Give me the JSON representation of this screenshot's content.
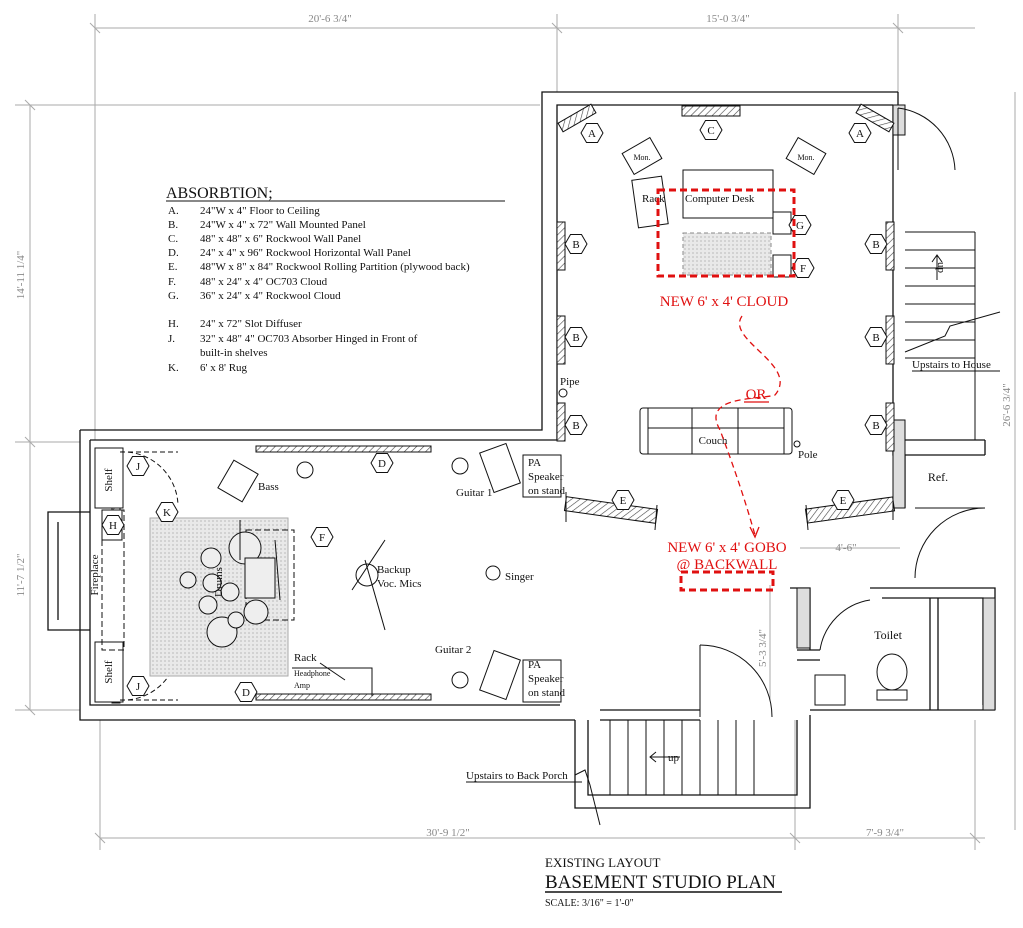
{
  "dimensions": {
    "top_left": "20'-6 3/4\"",
    "top_right": "15'-0 3/4\"",
    "left_upper": "14'-11 1/4\"",
    "left_lower": "11'-7 1/2\"",
    "right_side": "26'-6 3/4\"",
    "bottom_left": "30'-9 1/2\"",
    "bottom_right": "7'-9 3/4\"",
    "hall_width": "4'-6\"",
    "small_vertical": "5'-3 3/4\""
  },
  "legend": {
    "heading": "ABSORBTION;",
    "items": [
      {
        "key": "A.",
        "text": "24\"W x 4\" Floor to Ceiling"
      },
      {
        "key": "B.",
        "text": "24\"W x 4\" x 72\" Wall Mounted Panel"
      },
      {
        "key": "C.",
        "text": "48\" x 48\" x 6\" Rockwool Wall Panel"
      },
      {
        "key": "D.",
        "text": "24\" x 4\" x 96\" Rockwool Horizontal Wall Panel"
      },
      {
        "key": "E.",
        "text": "48\"W x 8\" x 84\" Rockwool Rolling Partition (plywood back)"
      },
      {
        "key": "F.",
        "text": "48\" x 24\" x 4\" OC703 Cloud"
      },
      {
        "key": "G.",
        "text": "36\" x 24\" x 4\" Rockwool Cloud"
      },
      {
        "key": "H.",
        "text": "24\" x 72\" Slot Diffuser"
      },
      {
        "key": "J.",
        "text": "32\" x 48\" 4\" OC703 Absorber Hinged in Front of"
      },
      {
        "key": "",
        "text": "built-in shelves"
      },
      {
        "key": "K.",
        "text": "6' x 8' Rug"
      }
    ]
  },
  "tags": {
    "a": "A",
    "b": "B",
    "c": "C",
    "d": "D",
    "e": "E",
    "f": "F",
    "g": "G",
    "h": "H",
    "j": "J",
    "k": "K"
  },
  "labels": {
    "mon": "Mon.",
    "rack": "Rack",
    "computer_desk": "Computer Desk",
    "pipe": "Pipe",
    "couch": "Couch",
    "pole": "Pole",
    "up": "up",
    "upstairs_house": "Upstairs to House",
    "ref": "Ref.",
    "toilet": "Toilet",
    "shelf": "Shelf",
    "fireplace": "Fireplace",
    "bass": "Bass",
    "drums": "Drums",
    "backup_1": "Backup",
    "backup_2": "Voc. Mics",
    "guitar1": "Guitar 1",
    "guitar2": "Guitar 2",
    "pa1": "PA",
    "pa2": "Speaker",
    "pa3": "on stand",
    "singer": "Singer",
    "headphone": "Headphone",
    "amp": "Amp",
    "upstairs_porch": "Upstairs to Back Porch"
  },
  "annotations": {
    "cloud": "NEW 6' x 4' CLOUD",
    "or": "OR",
    "gobo_1": "NEW 6' x 4' GOBO",
    "gobo_2": "@ BACKWALL"
  },
  "title": {
    "subtitle": "EXISTING LAYOUT",
    "main": "BASEMENT STUDIO PLAN",
    "scale": "SCALE: 3/16\" = 1'-0\""
  },
  "colors": {
    "annotation": "#e01010",
    "dimension": "#888888",
    "wall": "#111111"
  }
}
